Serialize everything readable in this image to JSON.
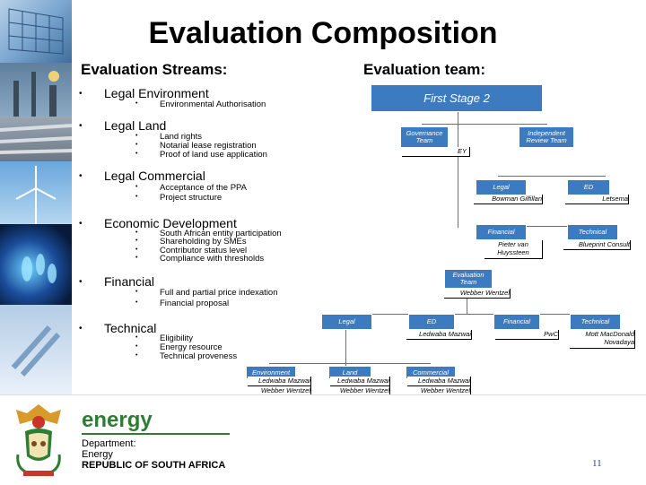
{
  "title": "Evaluation Composition",
  "streams_heading": "Evaluation Streams:",
  "team_heading": "Evaluation team:",
  "streams": [
    {
      "name": "Legal Environment",
      "items": [
        "Environmental Authorisation"
      ]
    },
    {
      "name": "Legal Land",
      "items": [
        "Land rights",
        "Notarial lease registration",
        "Proof of land use application"
      ]
    },
    {
      "name": "Legal Commercial",
      "items": [
        "Acceptance of the PPA",
        "Project structure"
      ]
    },
    {
      "name": "Economic Development",
      "items": [
        "South African entity participation",
        "Shareholding by SMEs",
        "Contributor status level",
        "Compliance with thresholds"
      ]
    },
    {
      "name": "Financial",
      "items": [
        "Full and partial price indexation",
        "Financial proposal"
      ]
    },
    {
      "name": "Technical",
      "items": [
        "Eligibility",
        "Energy resource",
        "Technical proveness"
      ]
    }
  ],
  "org": {
    "top": "First Stage 2",
    "governance": "Governance Team",
    "review": "Independent Review Team",
    "ey": "EY",
    "legal1": "Legal",
    "legal1_person": "Bowman Gilfillan",
    "ed1": "ED",
    "ed1_person": "Letsema",
    "financial1": "Financial",
    "financial1_person": "Pieter van Huyssteen",
    "technical1": "Technical",
    "technical1_person": "Blueprint Consult",
    "eval_team": "Evaluation Team",
    "eval_team_person": "Webber Wentzel",
    "legal2": "Legal",
    "ed2": "ED",
    "ed2_person": "Ledwaba Mazwai",
    "financial2": "Financial",
    "financial2_person": "PwC",
    "technical2": "Technical",
    "technical2_person": "Mott MacDonald Novadaya",
    "environment": "Environment",
    "environment_p1": "Ledwaba Mazwai",
    "environment_p2": "Webber Wentzel",
    "land": "Land",
    "land_p1": "Ledwaba Mazwai",
    "land_p2": "Webber Wentzel",
    "commercial": "Commercial",
    "commercial_p1": "Ledwaba Mazwai",
    "commercial_p2": "Webber Wentzel"
  },
  "footer": {
    "brand": "energy",
    "line1": "Department:",
    "line2": "Energy",
    "line3": "REPUBLIC OF SOUTH AFRICA",
    "page_number": "11"
  },
  "colors": {
    "box": "#3c7bbf",
    "brand_green": "#2e7d32",
    "page_number": "#1f3f8f"
  }
}
